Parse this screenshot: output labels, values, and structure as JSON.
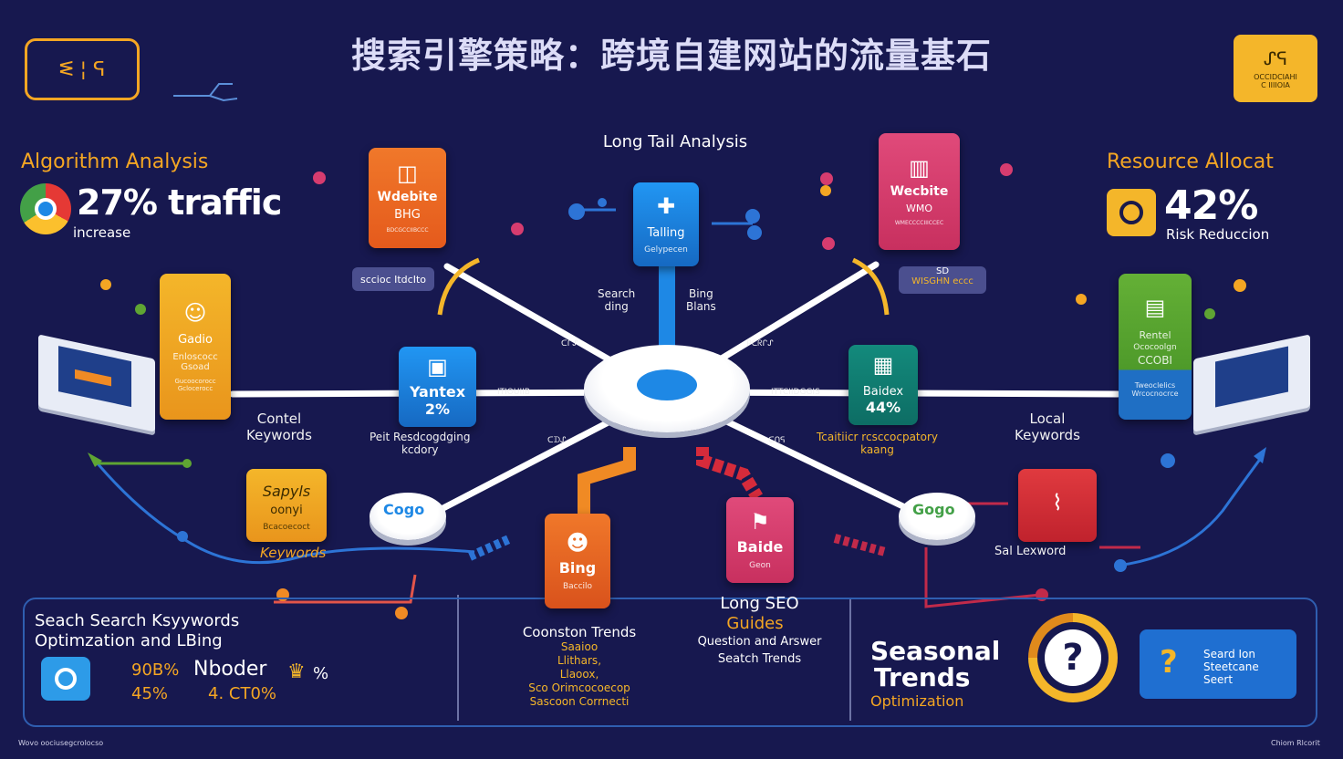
{
  "title": "搜索引擎策略：跨境自建网站的流量基石",
  "top_left_badge": {
    "text": "ᓬ ¦ ᕋ"
  },
  "top_right_badge": {
    "line1": "ᔑᕋ",
    "line2": "OCCIDCIAHI",
    "line3": "C IIIIOIA"
  },
  "algorithm": {
    "label": "Algorithm Analysis",
    "stat": "27% traffic",
    "sub": "increase"
  },
  "resource": {
    "label": "Resource Allocat",
    "stat": "42%",
    "sub": "Risk Reduccion"
  },
  "long_tail_label": "Long Tail Analysis",
  "cards": {
    "orange_top": {
      "line1": "Wdebite",
      "line2": "BHG",
      "line3": "BDCGCCIIBCCC"
    },
    "pink_top": {
      "line1": "Wecbite",
      "line2": "WMO",
      "line3": "WMECCCCIIICCEC"
    },
    "blue_center": {
      "line1": "Talling",
      "line2": "Gelypecen"
    },
    "yellow_left": {
      "line1": "Gadio",
      "line2": "Enloscocc",
      "line3": "Gsoad",
      "line4": "Gucoocorocc",
      "line5": "Gclocerocc"
    },
    "green_right": {
      "line1": "Rentel",
      "line2": "Ococoolgn",
      "line3": "CCOBI",
      "line4": "Tweoclelics",
      "line5": "Wrcocnocrce"
    },
    "yantex": {
      "line1": "Yantex",
      "line2": "2%"
    },
    "baidex": {
      "line1": "Baidex",
      "line2": "44%"
    },
    "bing_bottom": {
      "line1": "Bing",
      "line2": "Baccilo"
    },
    "baide_bottom": {
      "line1": "Baide",
      "line2": "Geon"
    },
    "yellow_kw": {
      "line1": "Sapyls",
      "line2": "oonyi",
      "line3": "Bcacoecoct"
    },
    "red_kw": {
      "line1": ""
    }
  },
  "labels": {
    "search_bubble": "sccioc ItdcIto",
    "sd_bubble_1": "SD",
    "sd_bubble_2": "WISGHN eccc",
    "search_ding": "Search\nding",
    "bing_stack": "Bing\nBlans",
    "content_keywords": "Contel\nKeywords",
    "local_keywords": "Local\nKeywords",
    "peit_text": "Peit Resdcogdging\nkcdory",
    "tecol_text": "Tcaitiicr rcsccocpatory\nkaang",
    "keywords_yellow": "Keywords",
    "sal_keyword": "Sal Lexword",
    "cogo_left": "Cogo",
    "gogo_right": "Gogo",
    "spoke_nw": "ᑕᒋᔑ",
    "spoke_w": "ITIOUIIB",
    "spoke_sw": "ᑕᗪᔑ",
    "spoke_ne": "ᑭᑕᖇᒋᔑ",
    "spoke_e": "ITTCIIDGGIS",
    "spoke_se": "ᑕᑎᕋ"
  },
  "bottom_left": {
    "line1": "Seach Search Ksyywords",
    "line2": "Optimzation and LBing",
    "stat1": "90B%",
    "nb_label": "Nboder",
    "stat2": "% ",
    "stat3": "45%",
    "stat4": "4. CT0%"
  },
  "bottom_center_left": {
    "title": "Coonston Trends",
    "lines": [
      "Saaioo",
      "Llithars,",
      "Llaoox,",
      "Sco Orimcocoecop",
      "Sascoon Corrnecti"
    ]
  },
  "bottom_center_right": {
    "title": "Long SEO",
    "subtitle": "Guides",
    "line1": "Question and Arswer",
    "line2": "Seatch Trends"
  },
  "seasonal": {
    "title1": "Seasonal",
    "title2": "Trends",
    "subtitle": "Optimization"
  },
  "seasonal_box": {
    "line1": "Seard Ion",
    "line2": "Steetcane",
    "line3": "Seert"
  },
  "footer_left": "Wovo oociusegcrolocso",
  "footer_right": "Chiom Rlcorit",
  "colors": {
    "background": "#17184f",
    "accent_orange": "#f4a623",
    "accent_blue": "#1e88e5",
    "accent_pink": "#d63c6f",
    "accent_green": "#5fa533",
    "accent_red": "#d7263d"
  }
}
